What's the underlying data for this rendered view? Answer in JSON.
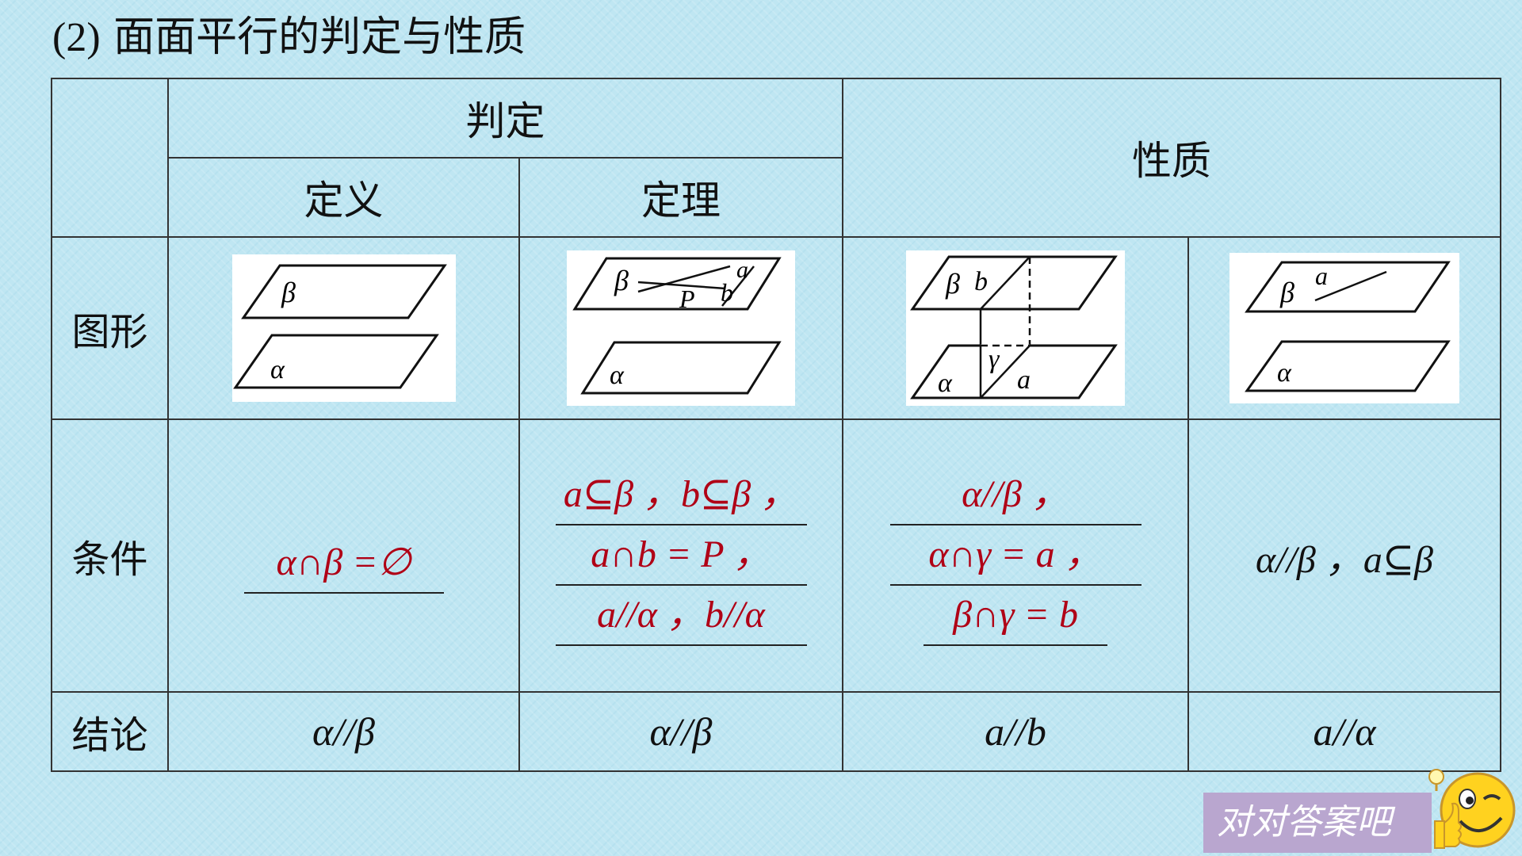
{
  "title": {
    "num": "(2)",
    "text": "面面平行的判定与性质"
  },
  "headers": {
    "judge": "判定",
    "definition": "定义",
    "theorem": "定理",
    "property": "性质"
  },
  "row_labels": {
    "figure": "图形",
    "condition": "条件",
    "conclusion": "结论"
  },
  "figures": {
    "fig1": {
      "upper": "β",
      "lower": "α"
    },
    "fig2": {
      "upper": "β",
      "a": "a",
      "b": "b",
      "p": "P",
      "lower": "α"
    },
    "fig3": {
      "upper": "β",
      "b": "b",
      "gamma": "γ",
      "lower": "α",
      "a": "a"
    },
    "fig4": {
      "upper": "β",
      "a": "a",
      "lower": "α"
    }
  },
  "conditions": {
    "definition": [
      "α∩β =∅"
    ],
    "theorem": [
      "a⊆β ，b⊆β ，",
      "a∩b = P ，",
      "a//α ，b//α"
    ],
    "property1": [
      "α//β ，",
      "α∩γ = a ，",
      "β∩γ = b"
    ],
    "property2": "α//β ，a⊆β"
  },
  "conclusions": {
    "definition": "α//β",
    "theorem": "α//β",
    "property1": "a//b",
    "property2": "a//α"
  },
  "badge": {
    "label": "对对答案吧"
  },
  "colors": {
    "answer": "#b00016",
    "background": "#bfe6f2",
    "badge": "#b9a6cf"
  }
}
